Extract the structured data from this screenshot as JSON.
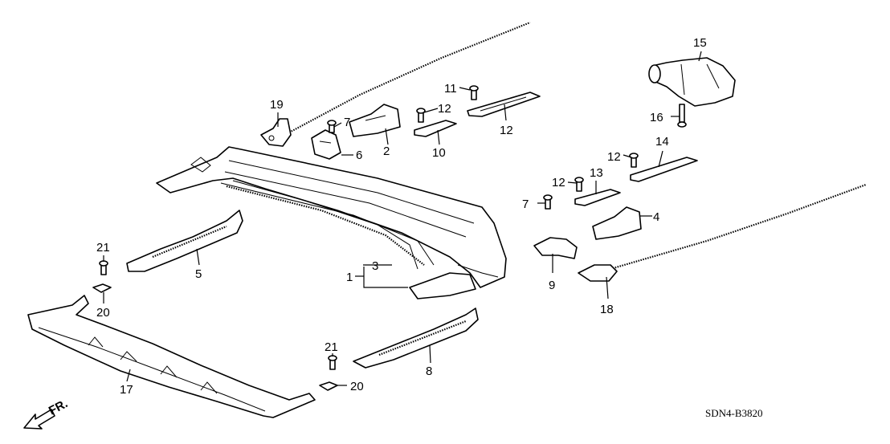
{
  "diagram": {
    "drawing_code": "SDN4-B3820",
    "direction_label": "FR.",
    "callouts": [
      "1",
      "2",
      "3",
      "4",
      "5",
      "6",
      "7",
      "7",
      "8",
      "9",
      "10",
      "11",
      "12",
      "12",
      "12",
      "12",
      "13",
      "14",
      "15",
      "16",
      "17",
      "18",
      "19",
      "20",
      "20",
      "21",
      "21"
    ]
  }
}
